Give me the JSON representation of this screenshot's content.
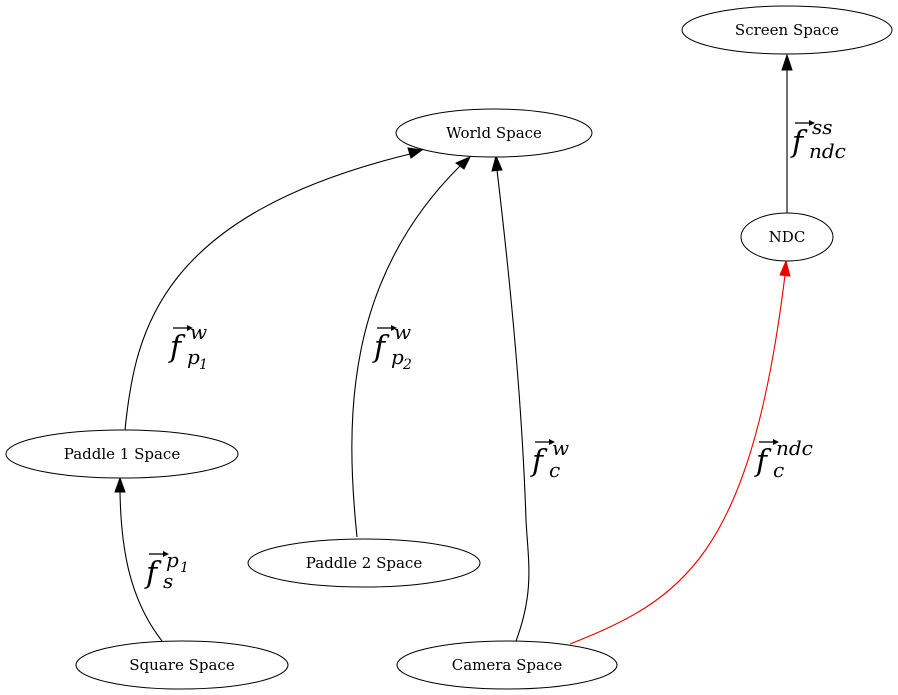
{
  "nodes": {
    "screen_space": "Screen Space",
    "world_space": "World Space",
    "ndc": "NDC",
    "paddle1_space": "Paddle 1 Space",
    "paddle2_space": "Paddle 2 Space",
    "square_space": "Square Space",
    "camera_space": "Camera Space"
  },
  "edges": {
    "square_to_paddle1": {
      "base": "f",
      "sup": "p",
      "sup_sub": "1",
      "sub": "s",
      "sub_sub": ""
    },
    "paddle1_to_world": {
      "base": "f",
      "sup": "w",
      "sup_sub": "",
      "sub": "p",
      "sub_sub": "1"
    },
    "paddle2_to_world": {
      "base": "f",
      "sup": "w",
      "sup_sub": "",
      "sub": "p",
      "sub_sub": "2"
    },
    "camera_to_world": {
      "base": "f",
      "sup": "w",
      "sup_sub": "",
      "sub": "c",
      "sub_sub": ""
    },
    "camera_to_ndc": {
      "base": "f",
      "sup": "ndc",
      "sup_sub": "",
      "sub": "c",
      "sub_sub": ""
    },
    "ndc_to_screen": {
      "base": "f",
      "sup": "ss",
      "sup_sub": "",
      "sub": "ndc",
      "sub_sub": ""
    }
  },
  "colors": {
    "default_edge": "#000000",
    "highlight_edge": "#ee0000"
  }
}
